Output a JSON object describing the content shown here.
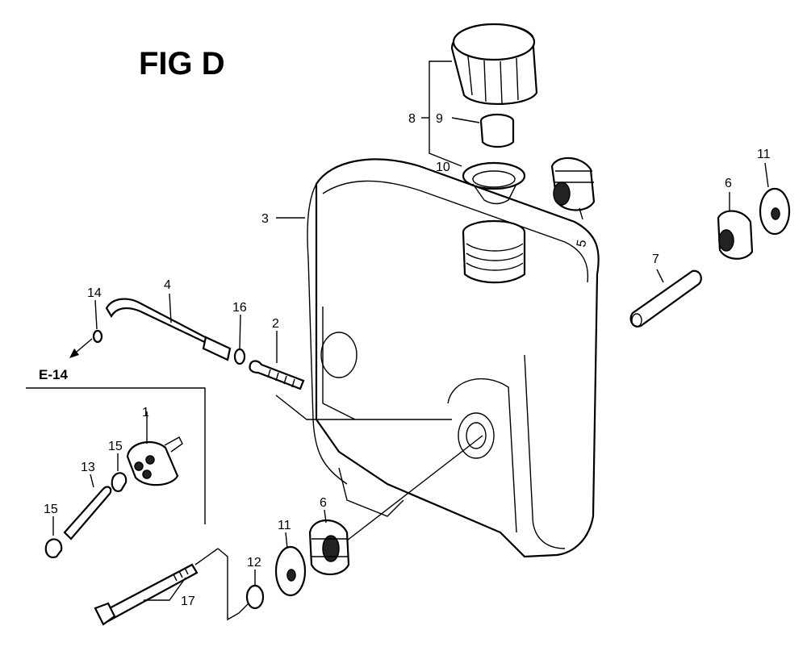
{
  "figure": {
    "title": "FIG D",
    "reference_label": "E-14"
  },
  "callouts": [
    "1",
    "2",
    "3",
    "4",
    "5",
    "6",
    "6",
    "7",
    "8",
    "9",
    "10",
    "11",
    "11",
    "12",
    "13",
    "14",
    "15",
    "15",
    "16",
    "17"
  ]
}
